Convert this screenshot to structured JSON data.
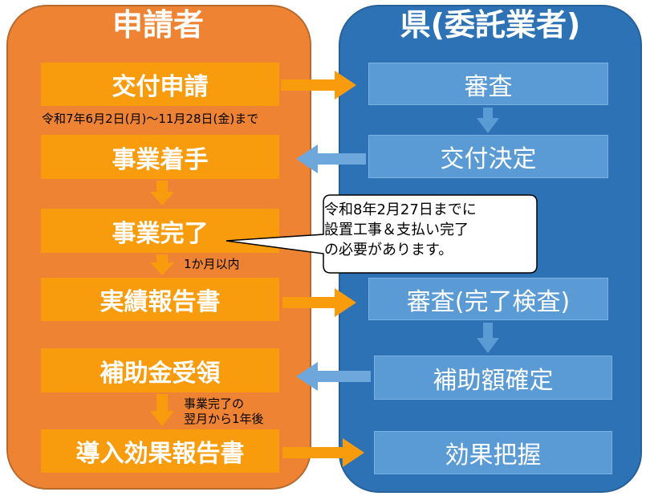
{
  "left_panel": {
    "title": "申請者"
  },
  "right_panel": {
    "title": "県(委託業者)"
  },
  "left_steps": [
    "交付申請",
    "事業着手",
    "事業完了",
    "実績報告書",
    "補助金受領",
    "導入効果報告書"
  ],
  "right_steps": [
    "審査",
    "交付決定",
    "審査(完了検査)",
    "補助額確定",
    "効果把握"
  ],
  "notes": {
    "application_period": "令和7年6月2日(月)〜11月28日(金)まで",
    "within_month": "1か月以内",
    "next_month_line1": "事業完了の",
    "next_month_line2": "翌月から1年後"
  },
  "callout": {
    "line1": "令和8年2月27日までに",
    "line2": "設置工事＆支払い完了",
    "line3": "の必要があります。"
  },
  "colors": {
    "left_panel": "#ee8333",
    "left_box": "#f89c0d",
    "right_panel": "#2e72b6",
    "right_box": "#5b9bd5",
    "arrow_right": "#f89c0d",
    "arrow_left": "#6ea7dc"
  }
}
